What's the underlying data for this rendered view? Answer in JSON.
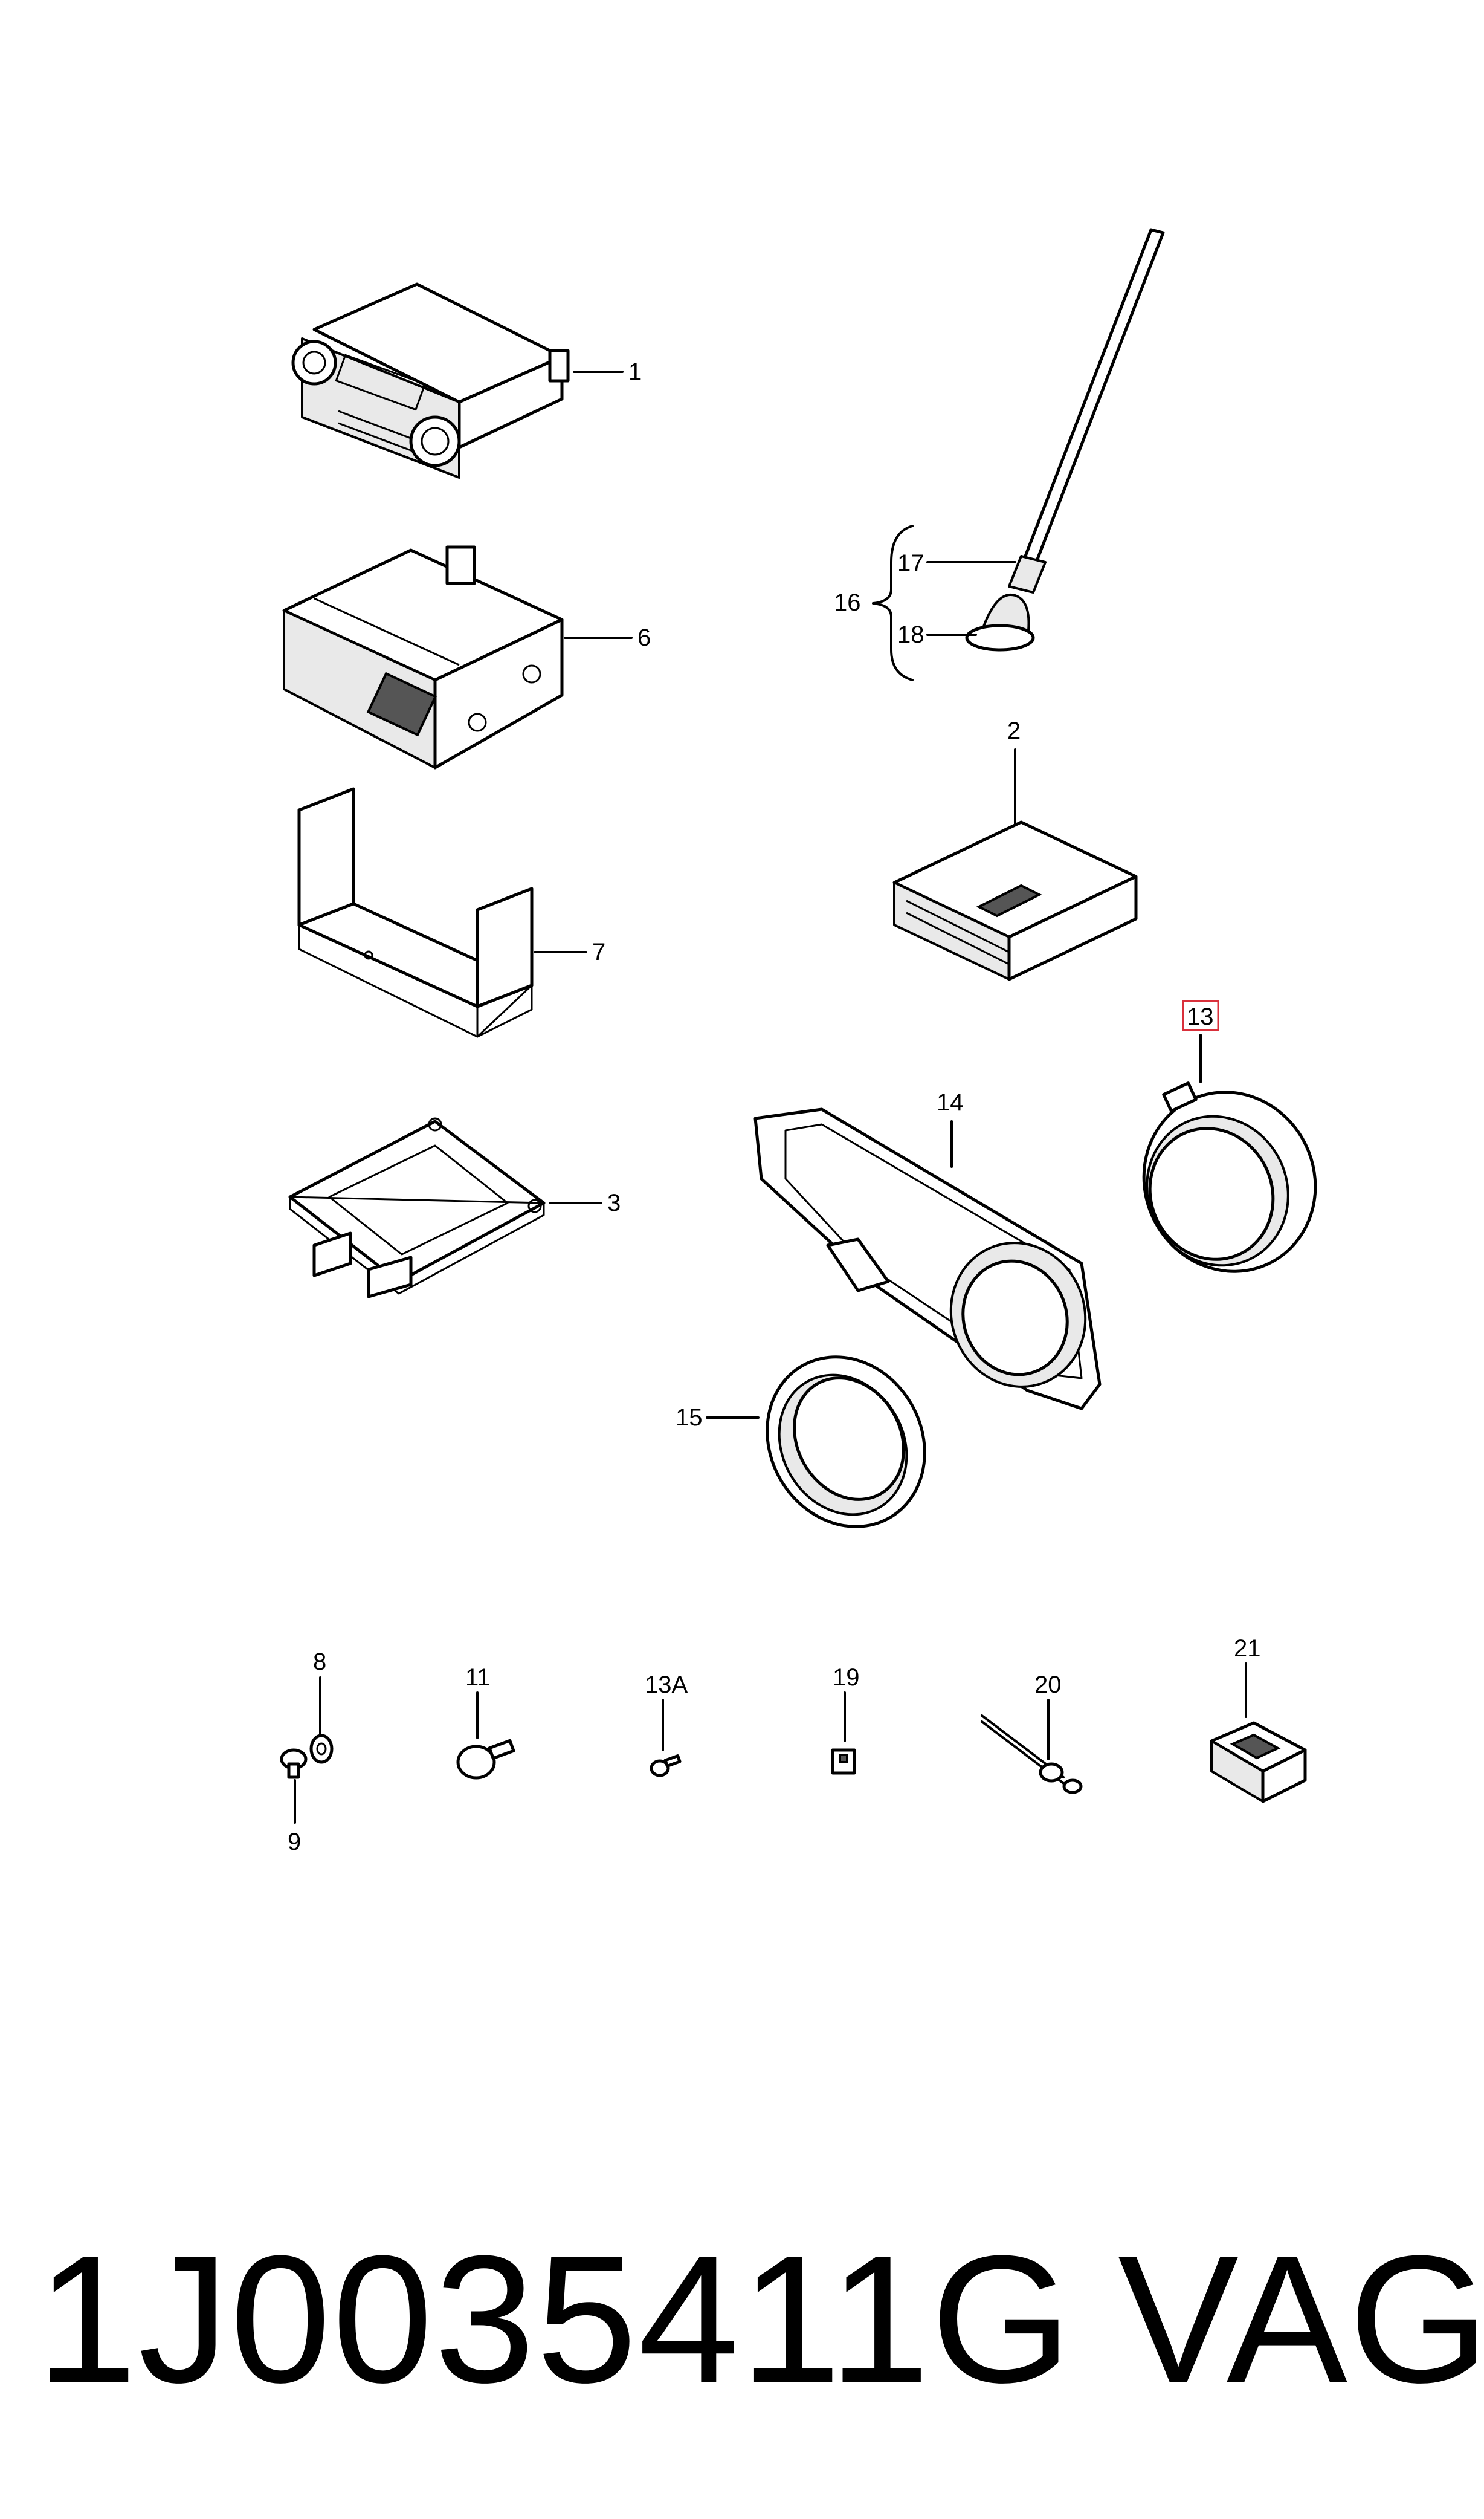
{
  "callouts": {
    "c1": "1",
    "c2": "2",
    "c3": "3",
    "c6": "6",
    "c7": "7",
    "c8": "8",
    "c9": "9",
    "c11": "11",
    "c13": "13",
    "c13a": "13A",
    "c14": "14",
    "c15": "15",
    "c16": "16",
    "c17": "17",
    "c18": "18",
    "c19": "19",
    "c20": "20",
    "c21": "21"
  },
  "highlight_color": "#d9303b",
  "footer": {
    "part_number": "1J0035411G",
    "brand": "VAG"
  }
}
